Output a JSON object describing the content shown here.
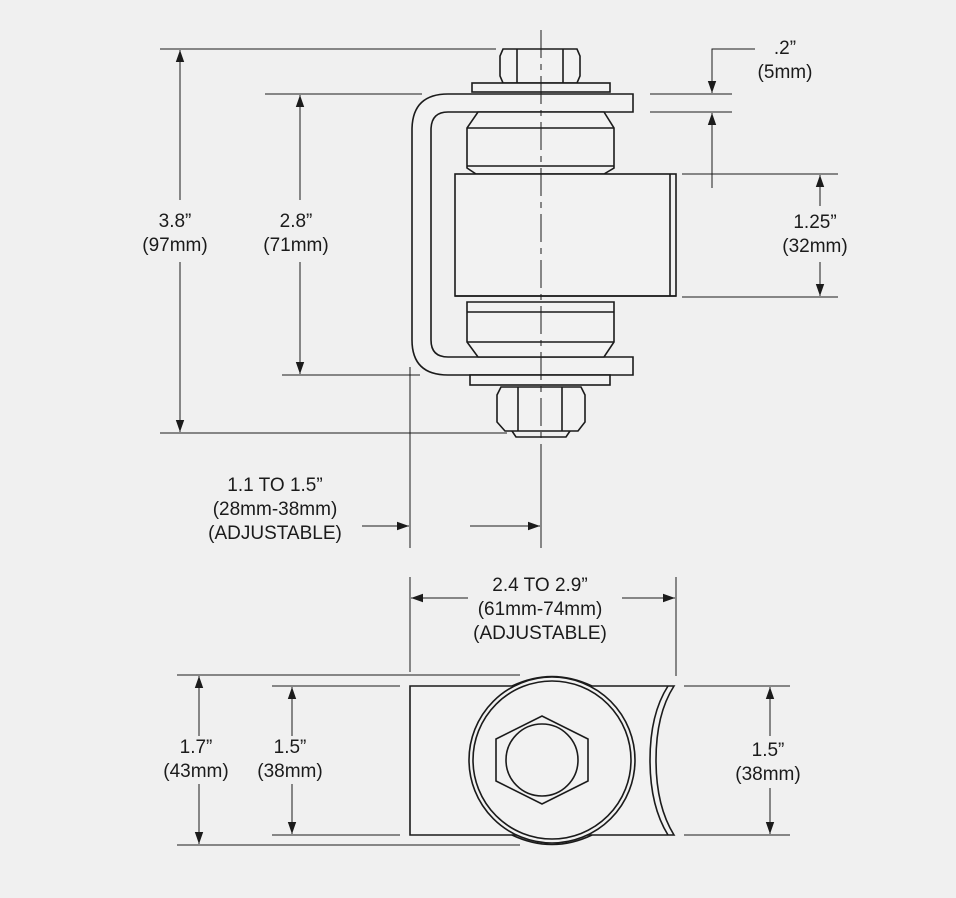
{
  "colors": {
    "background": "#f0f0f0",
    "line": "#1b1b1b",
    "part_fill": "#f2f2f2"
  },
  "dimensions": {
    "overall_height": {
      "imperial": "3.8”",
      "metric": "(97mm)"
    },
    "bracket_height": {
      "imperial": "2.8”",
      "metric": "(71mm)"
    },
    "plate_thickness": {
      "imperial": ".2”",
      "metric": "(5mm)"
    },
    "barrel_height": {
      "imperial": "1.25”",
      "metric": "(32mm)"
    },
    "offset_range": {
      "imperial": "1.1 TO 1.5”",
      "metric": "(28mm-38mm)",
      "note": "(ADJUSTABLE)"
    },
    "length_range": {
      "imperial": "2.4 TO 2.9”",
      "metric": "(61mm-74mm)",
      "note": "(ADJUSTABLE)"
    },
    "total_width": {
      "imperial": "1.7”",
      "metric": "(43mm)"
    },
    "plate_width": {
      "imperial": "1.5”",
      "metric": "(38mm)"
    },
    "strap_width": {
      "imperial": "1.5”",
      "metric": "(38mm)"
    }
  }
}
